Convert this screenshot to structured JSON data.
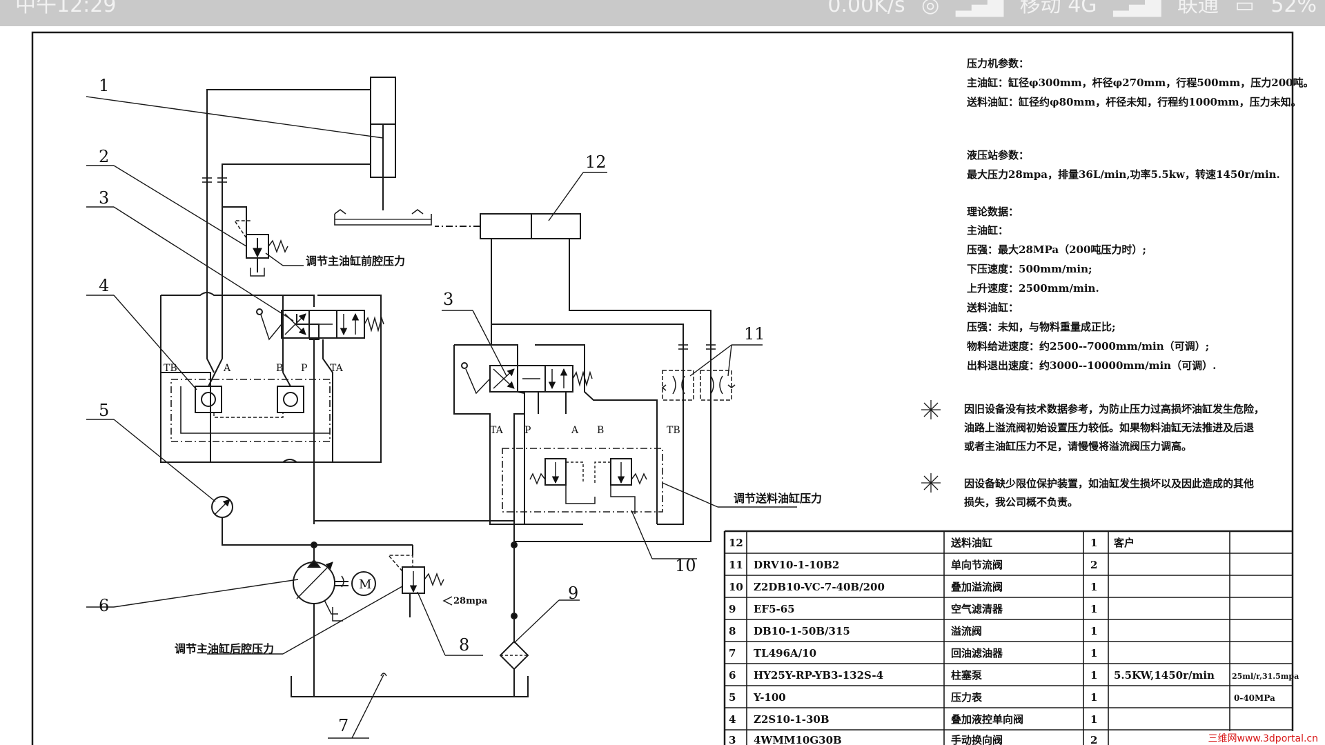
{
  "status_bar": {
    "time": "中午12:29",
    "speed": "0.00K/s",
    "carrier": "移动 4G",
    "carrier2": "联通",
    "battery": "52%"
  },
  "diagram": {
    "part_labels": [
      "1",
      "2",
      "3",
      "4",
      "5",
      "6",
      "7",
      "8",
      "9",
      "10",
      "11",
      "12",
      "3"
    ],
    "port_labels_left": [
      "TB",
      "A",
      "B",
      "P",
      "TA"
    ],
    "port_labels_right": [
      "TA",
      "P",
      "A",
      "B",
      "TB"
    ],
    "annotations": {
      "front_pressure": "调节主油缸前腔压力",
      "back_pressure": "调节主油缸后腔压力",
      "feed_pressure": "调节送料油缸压力",
      "relief_setting": "28mpa",
      "motor": "M"
    }
  },
  "notes": {
    "press_heading": "压力机参数：",
    "press_lines": [
      "主油缸：缸径φ300mm，杆径φ270mm，行程500mm，压力200吨。",
      "送料油缸：缸径约φ80mm，杆径未知，行程约1000mm，压力未知。"
    ],
    "station_heading": "液压站参数：",
    "station_lines": [
      "最大压力28mpa，排量36L/min,功率5.5kw，转速1450r/min."
    ],
    "theory_heading": "理论数据：",
    "theory_lines": [
      "主油缸：",
      "压强：最大28MPa（200吨压力时）;",
      "下压速度：500mm/min;",
      "上升速度：2500mm/min.",
      "送料油缸：",
      "压强：未知，与物料重量成正比;",
      "物料给进速度：约2500--7000mm/min（可调）;",
      "出料退出速度：约3000--10000mm/min（可调）."
    ],
    "warn1_lines": [
      "因旧设备没有技术数据参考，为防止压力过高损坏油缸发生危险，",
      "油路上溢流阀初始设置压力较低。如果物料油缸无法推进及后退",
      "或者主油缸压力不足，请慢慢将溢流阀压力调高。"
    ],
    "warn2_lines": [
      "因设备缺少限位保护装置，如油缸发生损坏以及因此造成的其他",
      "损失，我公司概不负责。"
    ]
  },
  "bom": {
    "rows": [
      {
        "no": "12",
        "code": "",
        "name": "送料油缸",
        "qty": "1",
        "remark": "客户",
        "extra": ""
      },
      {
        "no": "11",
        "code": "DRV10-1-10B2",
        "name": "单向节流阀",
        "qty": "2",
        "remark": "",
        "extra": ""
      },
      {
        "no": "10",
        "code": "Z2DB10-VC-7-40B/200",
        "name": "叠加溢流阀",
        "qty": "1",
        "remark": "",
        "extra": ""
      },
      {
        "no": "9",
        "code": "EF5-65",
        "name": "空气滤清器",
        "qty": "1",
        "remark": "",
        "extra": ""
      },
      {
        "no": "8",
        "code": "DB10-1-50B/315",
        "name": "溢流阀",
        "qty": "1",
        "remark": "",
        "extra": ""
      },
      {
        "no": "7",
        "code": "TL496A/10",
        "name": "回油滤油器",
        "qty": "1",
        "remark": "",
        "extra": ""
      },
      {
        "no": "6",
        "code": "HY25Y-RP-YB3-132S-4",
        "name": "柱塞泵",
        "qty": "1",
        "remark": "5.5KW,1450r/min",
        "extra": "25ml/r,31.5mpa"
      },
      {
        "no": "5",
        "code": "Y-100",
        "name": "压力表",
        "qty": "1",
        "remark": "",
        "extra": "0-40MPa"
      },
      {
        "no": "4",
        "code": "Z2S10-1-30B",
        "name": "叠加液控单向阀",
        "qty": "1",
        "remark": "",
        "extra": ""
      },
      {
        "no": "3",
        "code": "4WMM10G30B",
        "name": "手动换向阀",
        "qty": "2",
        "remark": "",
        "extra": ""
      }
    ]
  },
  "watermark": "三维网www.3dportal.cn"
}
